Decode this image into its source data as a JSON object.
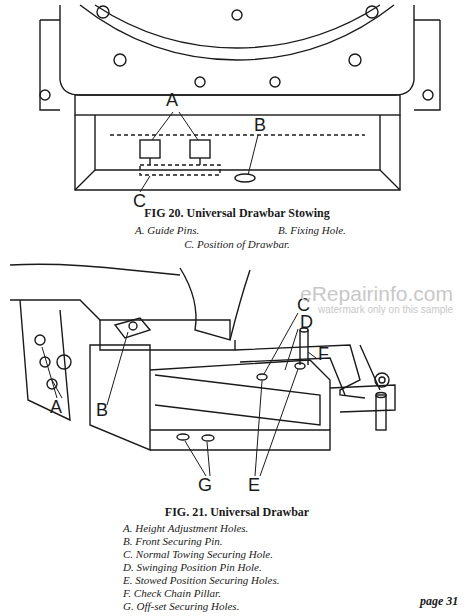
{
  "diagram": {
    "labels": [
      "A",
      "B",
      "C",
      "FIG 20. Universal Drawbar Stowing",
      "A. Guide Pins.",
      "B. Fixing Hole.",
      "C. Position of Drawbar.",
      "A",
      "B",
      "C",
      "D",
      "F",
      "G",
      "E",
      "eRepairinfo.com",
      "watermark only on this sample",
      "FIG. 21. Universal Drawbar",
      "A. Height Adjustment Holes.",
      "B. Front Securing Pin.",
      "C. Normal Towing Securing Hole.",
      "D. Swinging Position Pin Hole.",
      "E. Stowed Position Securing Holes.",
      "F. Check Chain Pillar.",
      "G. Off-set Securing Holes.",
      "page 31"
    ]
  }
}
